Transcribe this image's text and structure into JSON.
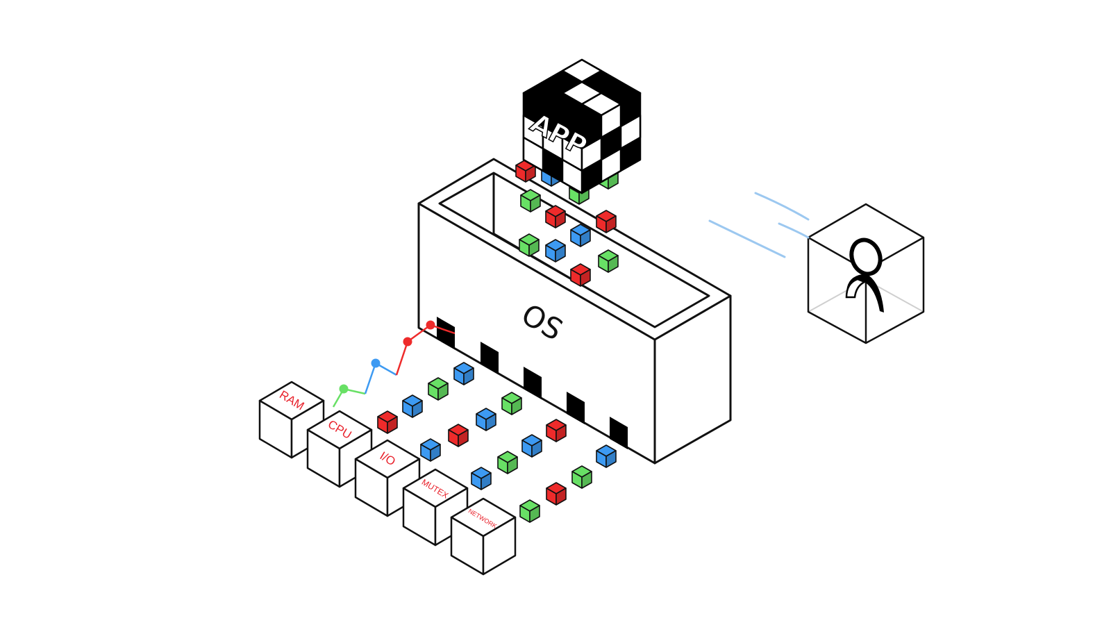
{
  "os": {
    "label": "OS"
  },
  "app": {
    "label": "APP"
  },
  "resources": [
    {
      "label": "RAM"
    },
    {
      "label": "CPU"
    },
    {
      "label": "I/O"
    },
    {
      "label": "MUTEX"
    },
    {
      "label": "NETWORK"
    }
  ],
  "colors": {
    "red": "#ee2b2b",
    "green": "#68e065",
    "blue": "#3d9af2",
    "label_red": "#e8202a",
    "stroke": "#111111",
    "speed_lines": "#9cc8f0"
  },
  "icons": {
    "user": "user-icon",
    "app": "app-cube-icon",
    "os": "os-container-icon"
  }
}
